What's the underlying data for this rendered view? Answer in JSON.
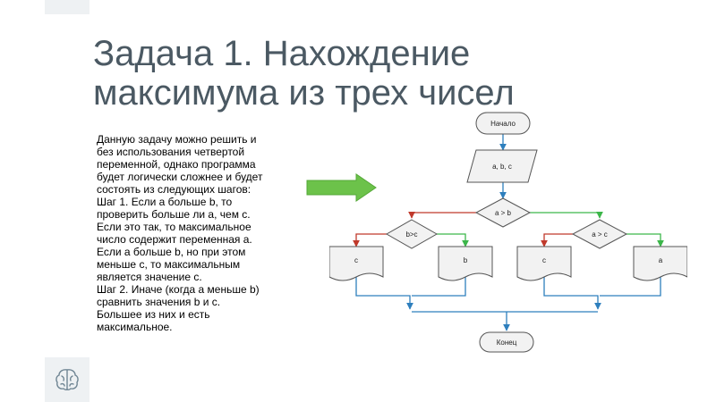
{
  "slide": {
    "title_lines": [
      "Задача 1. Нахождение",
      "максимума из трех чисел"
    ],
    "body_lines": [
      "Данную задачу можно решить и",
      "без использования четвертой",
      "переменной, однако программа",
      "будет логически сложнее и будет",
      "состоять из следующих шагов:",
      "Шаг 1. Если a больше b, то",
      "проверить больше ли a, чем c.",
      "Если это так, то максимальное",
      "число содержит переменная a.",
      "Если a больше b, но при этом",
      "меньше c, то максимальным",
      "является значение c.",
      "Шаг 2. Иначе (когда a меньше b)",
      "сравнить значения b и c.",
      "Большее из них и есть",
      "максимальное."
    ]
  },
  "flowchart": {
    "start_label": "Начало",
    "input_label": "a, b, c",
    "decision_main": "a > b",
    "decision_left": "b>c",
    "decision_right": "a > c",
    "output_1": "c",
    "output_2": "b",
    "output_3": "c",
    "output_4": "a",
    "end_label": "Конец"
  },
  "colors": {
    "title": "#4b5963",
    "flow_line": "#2e7fbd",
    "true_branch": "#3cb64a",
    "false_branch": "#c0392b",
    "pointer_arrow": "#6cc24a"
  },
  "icons": {
    "pointer": "right-arrow-icon",
    "logo": "brain-icon"
  }
}
